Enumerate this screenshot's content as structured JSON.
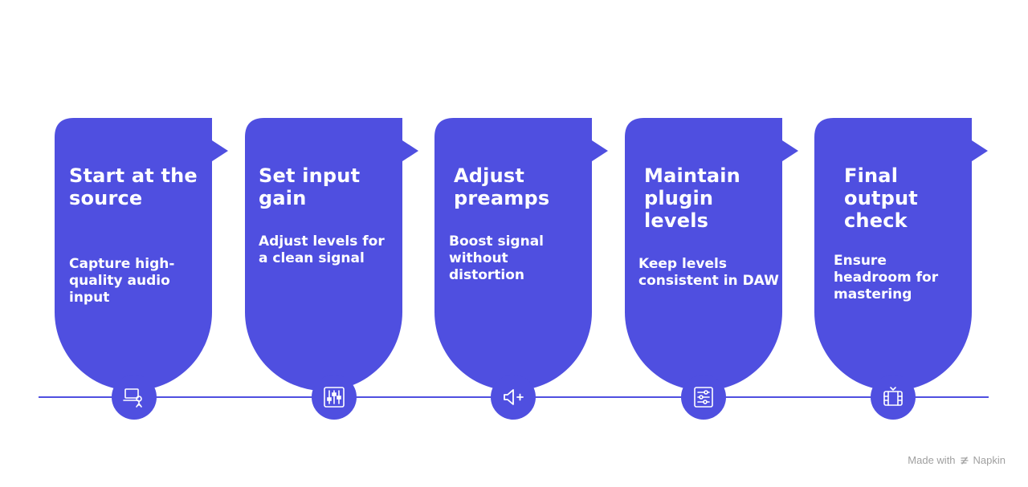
{
  "accent_color": "#4f4fe0",
  "steps": [
    {
      "title": "Start at the source",
      "description": "Capture high-quality audio input",
      "icon": "microphone-computer-icon"
    },
    {
      "title": "Set input gain",
      "description": "Adjust levels for a clean signal",
      "icon": "mixer-sliders-icon"
    },
    {
      "title": "Adjust preamps",
      "description": "Boost signal without distortion",
      "icon": "speaker-plus-icon"
    },
    {
      "title": "Maintain plugin levels",
      "description": "Keep levels consistent in DAW",
      "icon": "settings-panel-icon"
    },
    {
      "title": "Final output check",
      "description": "Ensure headroom for mastering",
      "icon": "film-check-icon"
    }
  ],
  "footer": {
    "made_with": "Made with",
    "brand": "Napkin"
  }
}
